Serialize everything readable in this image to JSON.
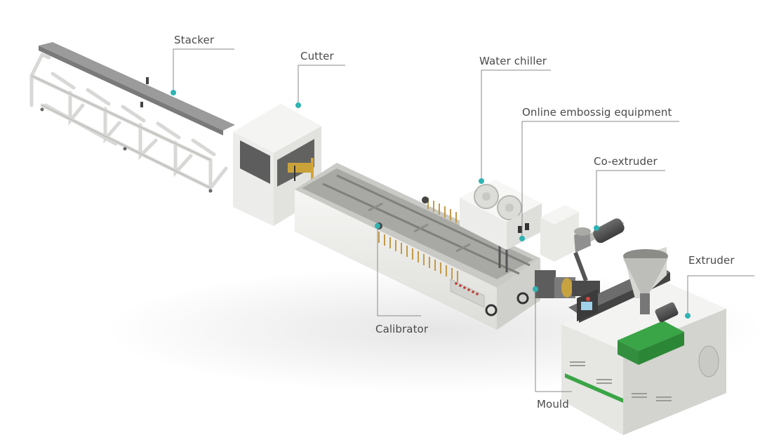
{
  "labels": {
    "stacker": "Stacker",
    "cutter": "Cutter",
    "water_chiller": "Water chiller",
    "online_embossing": "Online embossig equipment",
    "co_extruder": "Co-extruder",
    "extruder": "Extruder",
    "calibrator": "Calibrator",
    "mould": "Mould"
  },
  "colors": {
    "accent_dot": "#2fb3b3",
    "leader_line": "#8a8a8a",
    "hopper_green": "#2e9a3c"
  }
}
